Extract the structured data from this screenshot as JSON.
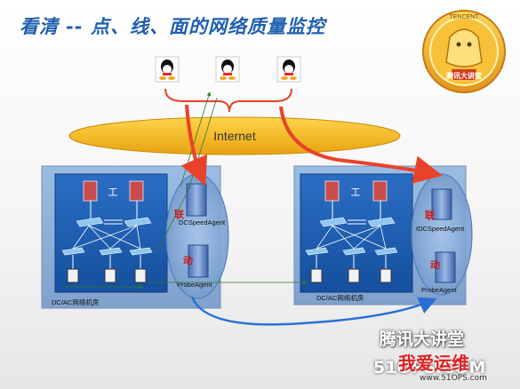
{
  "title": "看清 -- 点、线、面的网络质量监控",
  "badge": {
    "top_text": "TENCENT",
    "ribbon_text": "腾讯大讲堂"
  },
  "internet_label": "Internet",
  "datacenter_left": {
    "room_label": "DC/AC网络机房",
    "agent_top": "DCSpeedAgent",
    "agent_bottom": "ProbeAgent",
    "link_char_1": "联",
    "link_char_2": "动"
  },
  "datacenter_right": {
    "room_label": "DC/AC网络机房",
    "agent_top": "IDCSpeedAgent",
    "agent_bottom": "ProbeAgent",
    "link_char_1": "联",
    "link_char_2": "动"
  },
  "watermark": {
    "line1": "腾讯大讲堂",
    "line2": "我爱运维",
    "line3": "51OPS.COM",
    "site": "www.51OPS.com"
  },
  "colors": {
    "title": "#1f5fae",
    "internet_cloud": "#f2b418",
    "red_arrow": "#e8432a",
    "blue_link": "#2a6fd6",
    "room_bg": "#8fb0d8",
    "inner_bg": "#1e5fb8"
  }
}
